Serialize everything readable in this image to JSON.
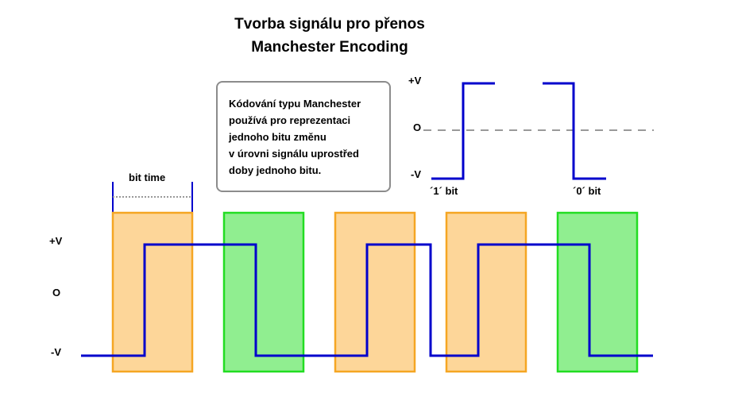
{
  "title_line1": "Tvorba signálu pro přenos",
  "title_line2": "Manchester Encoding",
  "note_lines": [
    "Kódování typu Manchester",
    " používá pro reprezentaci",
    " jednoho bitu změnu",
    " v úrovni signálu uprostřed",
    " doby jednoho bitu."
  ],
  "bit_time_label": "bit time",
  "legend": {
    "plus_label": "+V",
    "zero_label": "O",
    "minus_label": "-V",
    "one_bit_label": "´1´ bit",
    "zero_bit_label": "´0´ bit"
  },
  "main_axis": {
    "plus_label": "+V",
    "zero_label": "O",
    "minus_label": "-V"
  },
  "colors": {
    "signal": "#0000cc",
    "one_fill": "#fdd699",
    "one_stroke": "#f5a623",
    "zero_fill": "#90ee90",
    "zero_stroke": "#22dd22",
    "dashed": "#999999"
  },
  "bits": [
    "1",
    "0",
    "1",
    "1",
    "0"
  ]
}
